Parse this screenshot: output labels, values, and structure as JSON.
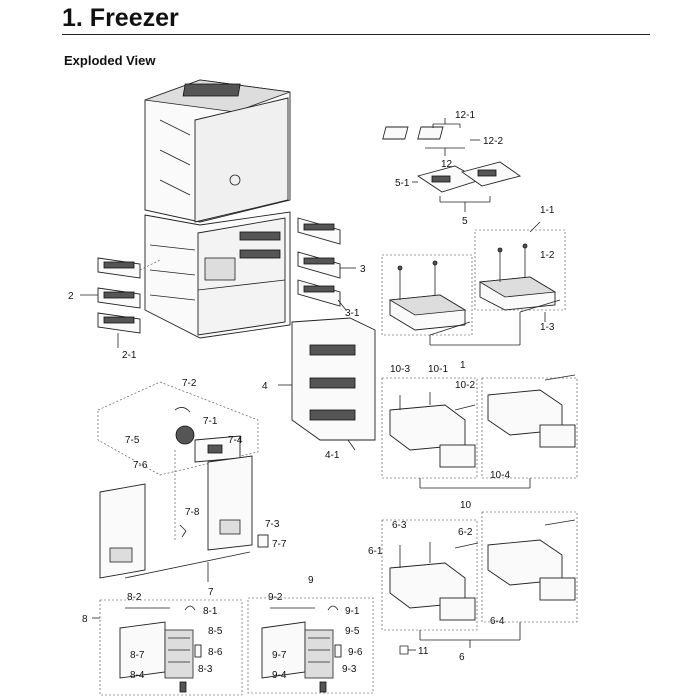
{
  "header": {
    "title": "1.  Freezer",
    "subtitle": "Exploded View"
  },
  "callouts": {
    "c12_1": "12-1",
    "c12_2": "12-2",
    "c12": "12",
    "c5_1": "5-1",
    "c5": "5",
    "c1_1": "1-1",
    "c1_2": "1-2",
    "c1_3": "1-3",
    "c1": "1",
    "c2": "2",
    "c2_1": "2-1",
    "c3": "3",
    "c3_1": "3-1",
    "c4": "4",
    "c4_1": "4-1",
    "c10_1": "10-1",
    "c10_2": "10-2",
    "c10_3": "10-3",
    "c10_4": "10-4",
    "c10": "10",
    "c7_1": "7-1",
    "c7_2": "7-2",
    "c7_3": "7-3",
    "c7_4": "7-4",
    "c7_5": "7-5",
    "c7_6": "7-6",
    "c7_7": "7-7",
    "c7_8": "7-8",
    "c7": "7",
    "c6_1": "6-1",
    "c6_2": "6-2",
    "c6_3": "6-3",
    "c6_4": "6-4",
    "c6": "6",
    "c8": "8",
    "c8_1": "8-1",
    "c8_2": "8-2",
    "c8_3": "8-3",
    "c8_4": "8-4",
    "c8_5": "8-5",
    "c8_6": "8-6",
    "c8_7": "8-7",
    "c9": "9",
    "c9_1": "9-1",
    "c9_2": "9-2",
    "c9_3": "9-3",
    "c9_4": "9-4",
    "c9_5": "9-5",
    "c9_6": "9-6",
    "c9_7": "9-7",
    "c11": "11"
  }
}
